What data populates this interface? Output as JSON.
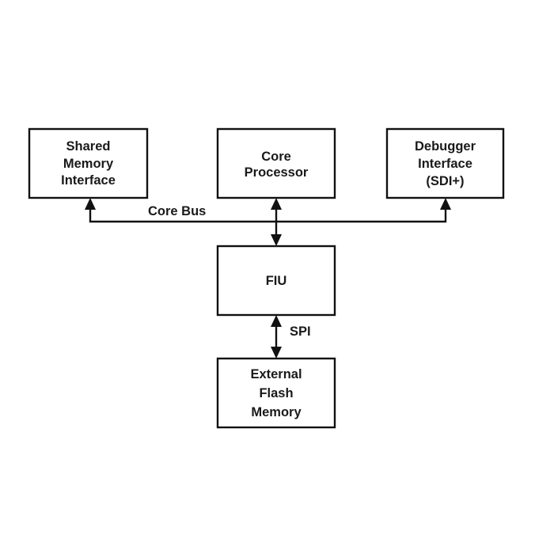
{
  "diagram": {
    "blocks": {
      "shared_memory": {
        "lines": [
          "Shared",
          "Memory",
          "Interface"
        ]
      },
      "core_processor": {
        "lines": [
          "Core",
          "Processor"
        ]
      },
      "debugger": {
        "lines": [
          "Debugger",
          "Interface",
          "(SDI+)"
        ]
      },
      "fiu": {
        "lines": [
          "FIU"
        ]
      },
      "flash": {
        "lines": [
          "External",
          "Flash",
          "Memory"
        ]
      }
    },
    "connections": {
      "core_bus": {
        "label": "Core Bus",
        "from": "Core Bus",
        "to": [
          "Shared Memory Interface",
          "Core Processor",
          "Debugger Interface (SDI+)",
          "FIU"
        ]
      },
      "spi": {
        "label": "SPI",
        "from": "FIU",
        "to": "External Flash Memory",
        "direction": "bidirectional"
      }
    }
  }
}
